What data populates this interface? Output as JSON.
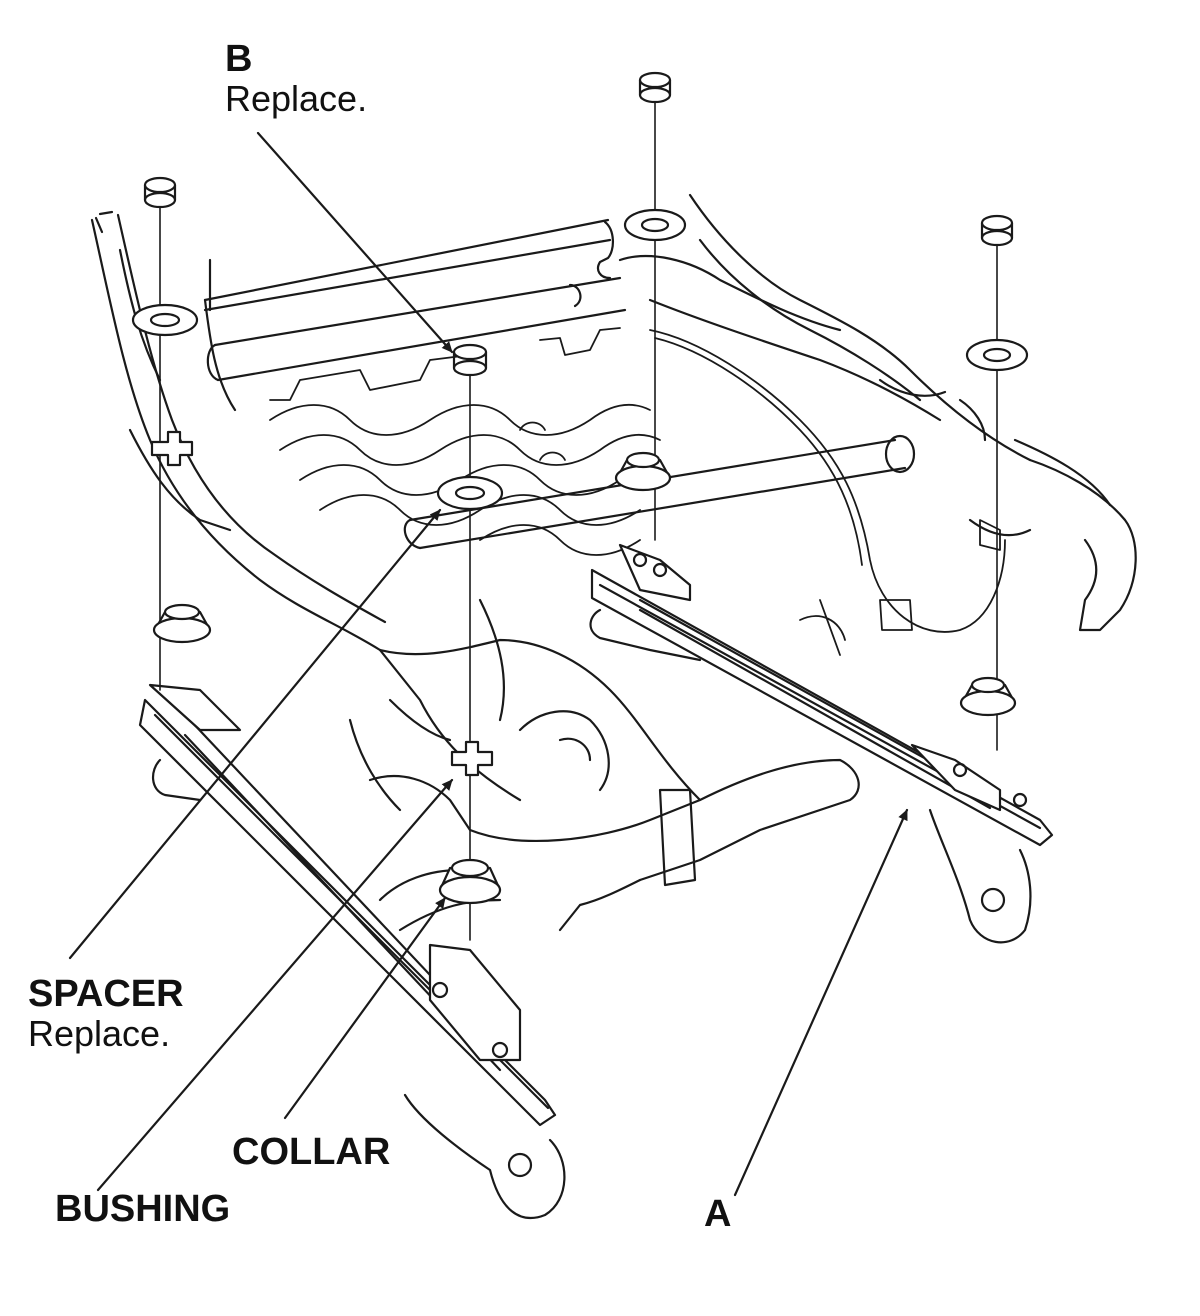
{
  "labels": {
    "b": {
      "letter": "B",
      "note": "Replace."
    },
    "spacer": {
      "name": "SPACER",
      "note": "Replace."
    },
    "collar": {
      "name": "COLLAR"
    },
    "bushing": {
      "name": "BUSHING"
    },
    "a": {
      "letter": "A"
    }
  },
  "colors": {
    "line": "#1a1a1a",
    "fill": "#ffffff"
  }
}
